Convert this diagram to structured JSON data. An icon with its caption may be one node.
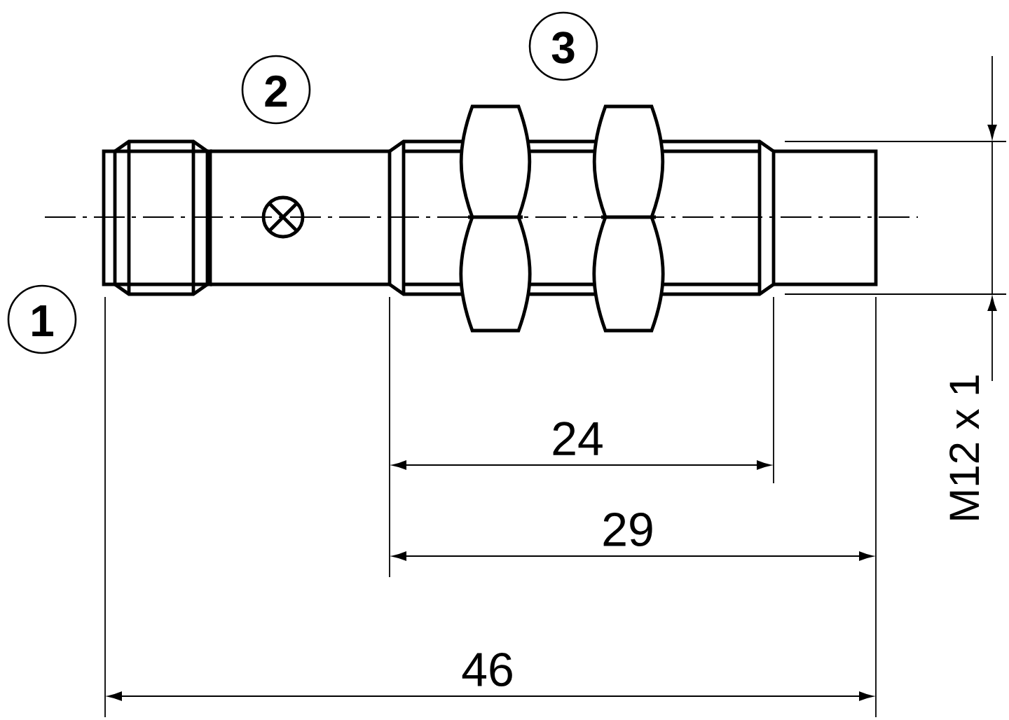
{
  "diagram": {
    "labels": [
      "3",
      "2",
      "1",
      "24",
      "29",
      "46",
      "M12 x 1"
    ]
  }
}
